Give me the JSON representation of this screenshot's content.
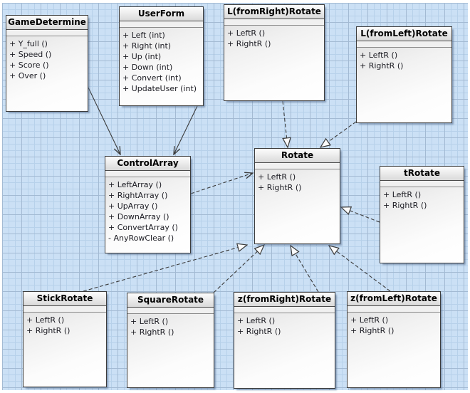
{
  "diagram": {
    "kind": "uml-class-diagram",
    "colors": {
      "canvas_bg": "#cbe0f5",
      "grid_minor": "#b7d1ea",
      "grid_major": "#a3bad3",
      "box_border": "#3c3c3c",
      "connector": "#3a3a3a"
    }
  },
  "classes": {
    "game_determine": {
      "name": "GameDetermine",
      "members": [
        "+ Y_full ()",
        "+ Speed ()",
        "+ Score ()",
        "+ Over ()"
      ]
    },
    "user_form": {
      "name": "UserForm",
      "members": [
        "+ Left (int)",
        "+ Right (int)",
        "+ Up (int)",
        "+ Down (int)",
        "+ Convert (int)",
        "+ UpdateUser (int)"
      ]
    },
    "l_from_right_rotate": {
      "name": "L(fromRight)Rotate",
      "members": [
        "+ LeftR ()",
        "+ RightR ()"
      ]
    },
    "l_from_left_rotate": {
      "name": "L(fromLeft)Rotate",
      "members": [
        "+ LeftR ()",
        "+ RightR ()"
      ]
    },
    "control_array": {
      "name": "ControlArray",
      "members": [
        "+ LeftArray ()",
        "+ RightArray ()",
        "+ UpArray ()",
        "+ DownArray ()",
        "+ ConvertArray ()",
        "- AnyRowClear ()"
      ]
    },
    "rotate": {
      "name": "Rotate",
      "members": [
        "+ LeftR ()",
        "+ RightR ()"
      ]
    },
    "t_rotate": {
      "name": "tRotate",
      "members": [
        "+ LeftR ()",
        "+ RightR ()"
      ]
    },
    "stick_rotate": {
      "name": "StickRotate",
      "members": [
        "+ LeftR ()",
        "+ RightR ()"
      ]
    },
    "square_rotate": {
      "name": "SquareRotate",
      "members": [
        "+ LeftR ()",
        "+ RightR ()"
      ]
    },
    "z_from_right_rotate": {
      "name": "z(fromRight)Rotate",
      "members": [
        "+ LeftR ()",
        "+ RightR ()"
      ]
    },
    "z_from_left_rotate": {
      "name": "z(fromLeft)Rotate",
      "members": [
        "+ LeftR ()",
        "+ RightR ()"
      ]
    }
  },
  "relationships": [
    {
      "from": "GameDetermine",
      "to": "ControlArray",
      "type": "association",
      "line": "solid",
      "arrow": "open"
    },
    {
      "from": "UserForm",
      "to": "ControlArray",
      "type": "association",
      "line": "solid",
      "arrow": "open"
    },
    {
      "from": "ControlArray",
      "to": "Rotate",
      "type": "dependency",
      "line": "dashed",
      "arrow": "open"
    },
    {
      "from": "L(fromRight)Rotate",
      "to": "Rotate",
      "type": "realization",
      "line": "dashed",
      "arrow": "hollow-triangle"
    },
    {
      "from": "L(fromLeft)Rotate",
      "to": "Rotate",
      "type": "realization",
      "line": "dashed",
      "arrow": "hollow-triangle"
    },
    {
      "from": "tRotate",
      "to": "Rotate",
      "type": "realization",
      "line": "dashed",
      "arrow": "hollow-triangle"
    },
    {
      "from": "StickRotate",
      "to": "Rotate",
      "type": "realization",
      "line": "dashed",
      "arrow": "hollow-triangle"
    },
    {
      "from": "SquareRotate",
      "to": "Rotate",
      "type": "realization",
      "line": "dashed",
      "arrow": "hollow-triangle"
    },
    {
      "from": "z(fromRight)Rotate",
      "to": "Rotate",
      "type": "realization",
      "line": "dashed",
      "arrow": "hollow-triangle"
    },
    {
      "from": "z(fromLeft)Rotate",
      "to": "Rotate",
      "type": "realization",
      "line": "dashed",
      "arrow": "hollow-triangle"
    }
  ]
}
